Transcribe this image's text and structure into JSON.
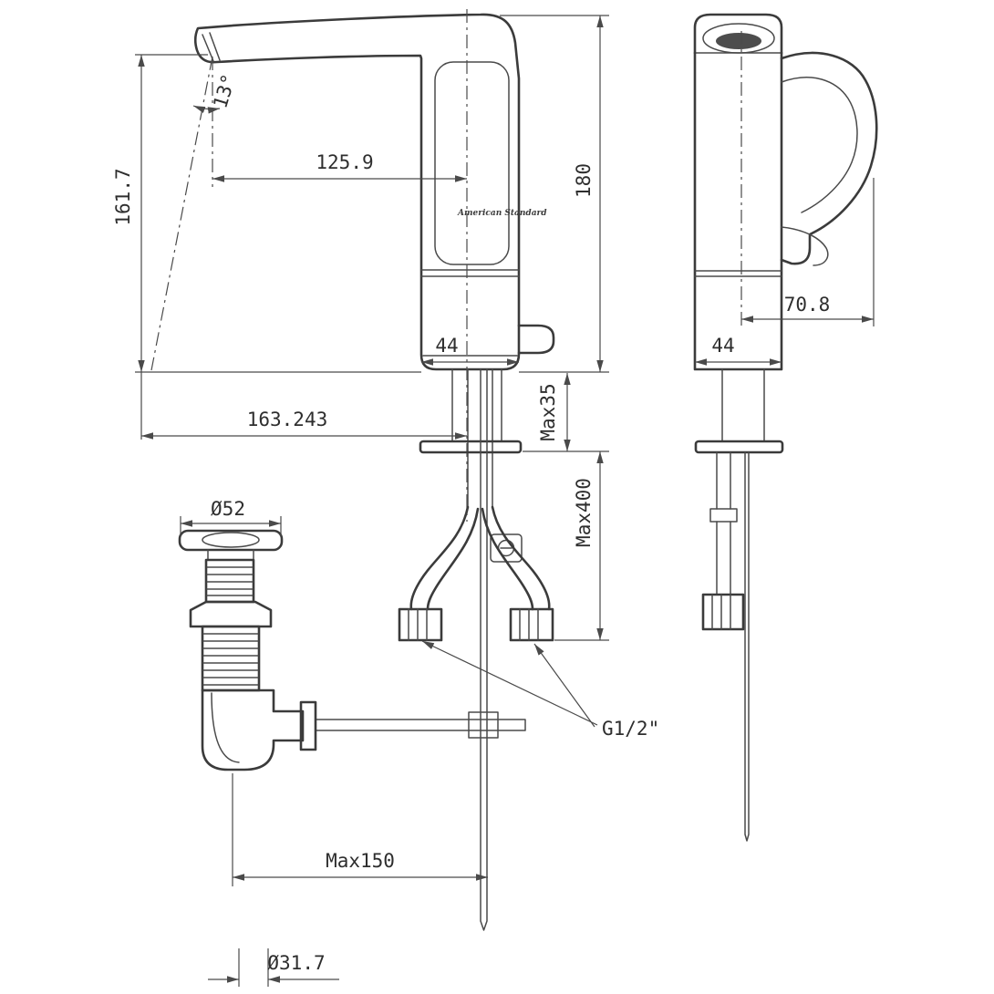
{
  "front": {
    "angle": "13°",
    "spout_height": "161.7",
    "spout_reach": "125.9",
    "total_height": "180",
    "base_width": "44",
    "deck_thickness_max": "Max35",
    "hose_length_max": "Max400",
    "overall_width": "163.243",
    "hose_thread": "G1/2\"",
    "rod_travel_max": "Max150",
    "drain_outlet_dia": "Ø31.7",
    "drain_flange_dia": "Ø52",
    "brand": "American Standard"
  },
  "side": {
    "handle_reach": "70.8",
    "base_width": "44"
  }
}
